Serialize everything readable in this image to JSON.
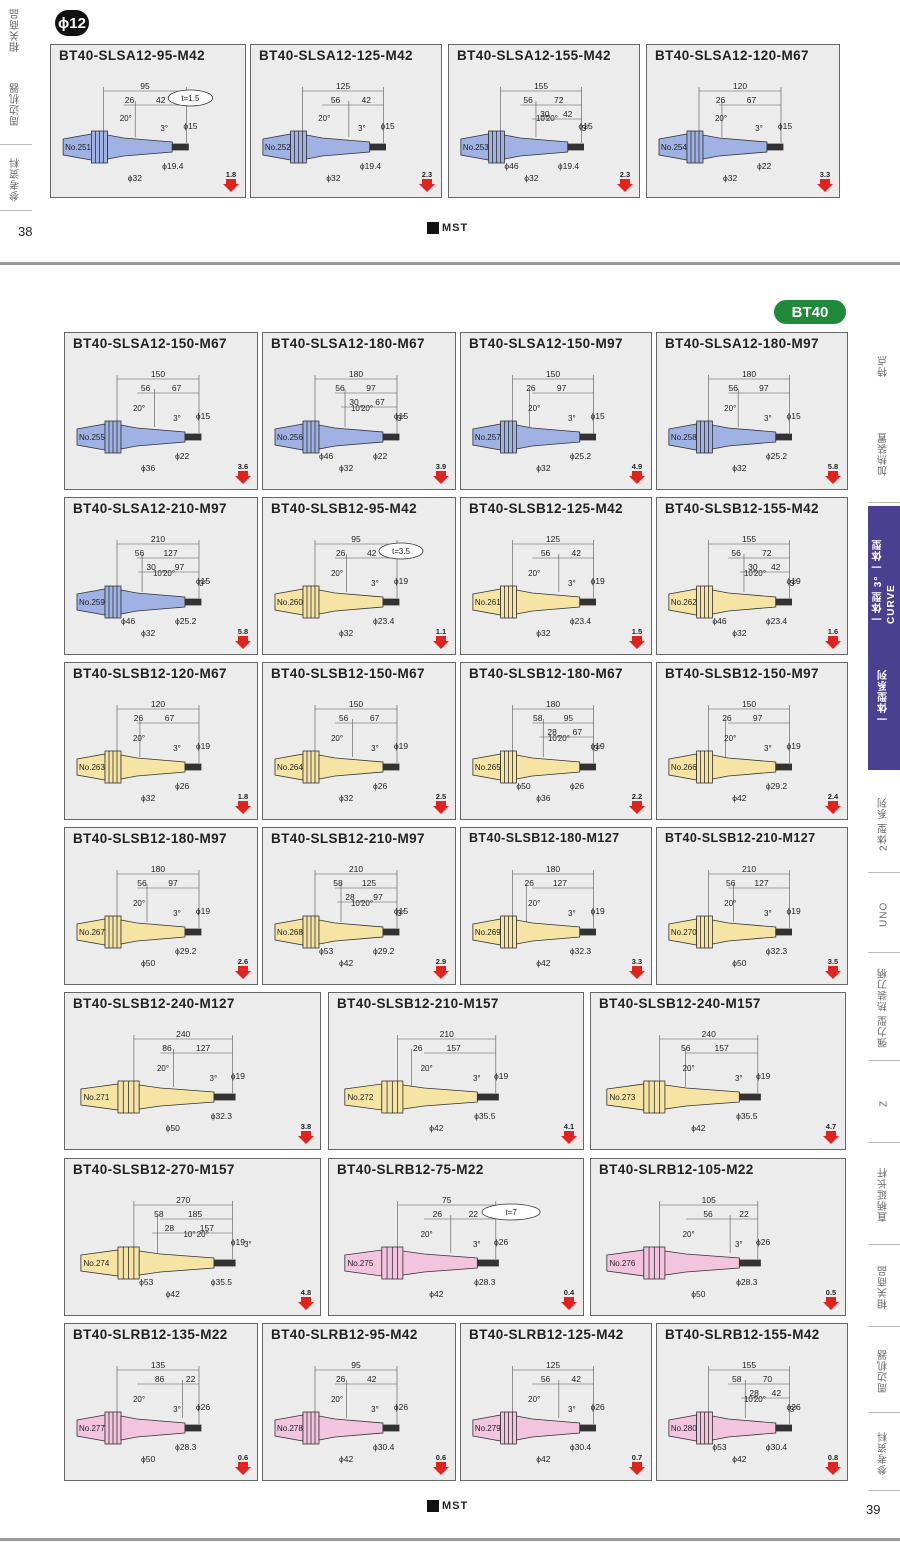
{
  "top_page": {
    "page_number": "38",
    "diameter_badge": "ϕ12",
    "logo": "MST",
    "side_tabs": [
      "相关商品",
      "周边机器",
      "参考资料"
    ]
  },
  "bottom_page": {
    "page_number": "39",
    "series_badge": "BT40",
    "logo": "MST",
    "side_tabs": [
      "特点",
      "加热装置",
      "一体型 3° 一体型 CURVE",
      "一体型系列",
      "2体型 系列",
      "UNO",
      "强力型 热装刀柄",
      "Z",
      "直柄延长杆",
      "相关商品",
      "周边机器",
      "参考资料"
    ]
  },
  "colors": {
    "blue": "#9fb2e3",
    "yellow": "#f6e4a4",
    "pink": "#f2c4dd",
    "arrow": "#e0231c",
    "tab_active": "#4b3f8f"
  },
  "cards": [
    {
      "title": "BT40-SLSA12-95-M42",
      "no": "No.251",
      "color": "blue",
      "total": "95",
      "dims": [
        "26",
        "42"
      ],
      "ang": [
        "20°",
        "3°"
      ],
      "tip": "ϕ15",
      "bot": [
        "ϕ19.4",
        "ϕ32"
      ],
      "wt": "1.8",
      "t": "t=1.5"
    },
    {
      "title": "BT40-SLSA12-125-M42",
      "no": "No.252",
      "color": "blue",
      "total": "125",
      "dims": [
        "56",
        "42"
      ],
      "ang": [
        "20°",
        "3°"
      ],
      "tip": "ϕ15",
      "bot": [
        "ϕ19.4",
        "ϕ32"
      ],
      "wt": "2.3"
    },
    {
      "title": "BT40-SLSA12-155-M42",
      "no": "No.253",
      "color": "blue",
      "total": "155",
      "dims": [
        "56",
        "72",
        "30",
        "42"
      ],
      "ang": [
        "10°",
        "20°",
        "3°"
      ],
      "tip": "ϕ15",
      "bot": [
        "ϕ19.4",
        "ϕ32",
        "ϕ46"
      ],
      "wt": "2.3"
    },
    {
      "title": "BT40-SLSA12-120-M67",
      "no": "No.254",
      "color": "blue",
      "total": "120",
      "dims": [
        "26",
        "67"
      ],
      "ang": [
        "20°",
        "3°"
      ],
      "tip": "ϕ15",
      "bot": [
        "ϕ22",
        "ϕ32"
      ],
      "wt": "3.3"
    },
    {
      "title": "BT40-SLSA12-150-M67",
      "no": "No.255",
      "color": "blue",
      "total": "150",
      "dims": [
        "56",
        "67"
      ],
      "ang": [
        "20°",
        "3°"
      ],
      "tip": "ϕ15",
      "bot": [
        "ϕ22",
        "ϕ36"
      ],
      "wt": "3.6"
    },
    {
      "title": "BT40-SLSA12-180-M67",
      "no": "No.256",
      "color": "blue",
      "total": "180",
      "dims": [
        "56",
        "97",
        "30",
        "67"
      ],
      "ang": [
        "10°",
        "20°",
        "3°"
      ],
      "tip": "ϕ15",
      "bot": [
        "ϕ22",
        "ϕ32",
        "ϕ46"
      ],
      "wt": "3.9"
    },
    {
      "title": "BT40-SLSA12-150-M97",
      "no": "No.257",
      "color": "blue",
      "total": "150",
      "dims": [
        "26",
        "97"
      ],
      "ang": [
        "20°",
        "3°"
      ],
      "tip": "ϕ15",
      "bot": [
        "ϕ25.2",
        "ϕ32"
      ],
      "wt": "4.9"
    },
    {
      "title": "BT40-SLSA12-180-M97",
      "no": "No.258",
      "color": "blue",
      "total": "180",
      "dims": [
        "56",
        "97"
      ],
      "ang": [
        "20°",
        "3°"
      ],
      "tip": "ϕ15",
      "bot": [
        "ϕ25.2",
        "ϕ32"
      ],
      "wt": "5.8"
    },
    {
      "title": "BT40-SLSA12-210-M97",
      "no": "No.259",
      "color": "blue",
      "total": "210",
      "dims": [
        "56",
        "127",
        "30",
        "97"
      ],
      "ang": [
        "10°",
        "20°",
        "3°"
      ],
      "tip": "ϕ15",
      "bot": [
        "ϕ25.2",
        "ϕ32",
        "ϕ46"
      ],
      "wt": "5.8"
    },
    {
      "title": "BT40-SLSB12-95-M42",
      "no": "No.260",
      "color": "yellow",
      "total": "95",
      "dims": [
        "26",
        "42"
      ],
      "ang": [
        "20°",
        "3°"
      ],
      "tip": "ϕ19",
      "bot": [
        "ϕ23.4",
        "ϕ32"
      ],
      "wt": "1.1",
      "t": "t=3.5"
    },
    {
      "title": "BT40-SLSB12-125-M42",
      "no": "No.261",
      "color": "yellow",
      "total": "125",
      "dims": [
        "56",
        "42"
      ],
      "ang": [
        "20°",
        "3°"
      ],
      "tip": "ϕ19",
      "bot": [
        "ϕ23.4",
        "ϕ32"
      ],
      "wt": "1.5"
    },
    {
      "title": "BT40-SLSB12-155-M42",
      "no": "No.262",
      "color": "yellow",
      "total": "155",
      "dims": [
        "56",
        "72",
        "30",
        "42"
      ],
      "ang": [
        "10°",
        "20°",
        "3°"
      ],
      "tip": "ϕ19",
      "bot": [
        "ϕ23.4",
        "ϕ32",
        "ϕ46"
      ],
      "wt": "1.6"
    },
    {
      "title": "BT40-SLSB12-120-M67",
      "no": "No.263",
      "color": "yellow",
      "total": "120",
      "dims": [
        "26",
        "67"
      ],
      "ang": [
        "20°",
        "3°"
      ],
      "tip": "ϕ19",
      "bot": [
        "ϕ26",
        "ϕ32"
      ],
      "wt": "1.8"
    },
    {
      "title": "BT40-SLSB12-150-M67",
      "no": "No.264",
      "color": "yellow",
      "total": "150",
      "dims": [
        "56",
        "67"
      ],
      "ang": [
        "20°",
        "3°"
      ],
      "tip": "ϕ19",
      "bot": [
        "ϕ26",
        "ϕ32"
      ],
      "wt": "2.5"
    },
    {
      "title": "BT40-SLSB12-180-M67",
      "no": "No.265",
      "color": "yellow",
      "total": "180",
      "dims": [
        "58",
        "95",
        "28",
        "67"
      ],
      "ang": [
        "10°",
        "20°",
        "3°"
      ],
      "tip": "ϕ19",
      "bot": [
        "ϕ26",
        "ϕ36",
        "ϕ50"
      ],
      "wt": "2.2"
    },
    {
      "title": "BT40-SLSB12-150-M97",
      "no": "No.266",
      "color": "yellow",
      "total": "150",
      "dims": [
        "26",
        "97"
      ],
      "ang": [
        "20°",
        "3°"
      ],
      "tip": "ϕ19",
      "bot": [
        "ϕ29.2",
        "ϕ42"
      ],
      "wt": "2.4"
    },
    {
      "title": "BT40-SLSB12-180-M97",
      "no": "No.267",
      "color": "yellow",
      "total": "180",
      "dims": [
        "56",
        "97"
      ],
      "ang": [
        "20°",
        "3°"
      ],
      "tip": "ϕ19",
      "bot": [
        "ϕ29.2",
        "ϕ50"
      ],
      "wt": "2.6"
    },
    {
      "title": "BT40-SLSB12-210-M97",
      "no": "No.268",
      "color": "yellow",
      "total": "210",
      "dims": [
        "58",
        "125",
        "28",
        "97"
      ],
      "ang": [
        "10°",
        "20°",
        "3°"
      ],
      "tip": "ϕ15",
      "bot": [
        "ϕ29.2",
        "ϕ42",
        "ϕ53"
      ],
      "wt": "2.9"
    },
    {
      "title": "BT40-SLSB12-180-M127",
      "no": "No.269",
      "color": "yellow",
      "total": "180",
      "dims": [
        "26",
        "127"
      ],
      "ang": [
        "20°",
        "3°"
      ],
      "tip": "ϕ19",
      "bot": [
        "ϕ32.3",
        "ϕ42"
      ],
      "wt": "3.3"
    },
    {
      "title": "BT40-SLSB12-210-M127",
      "no": "No.270",
      "color": "yellow",
      "total": "210",
      "dims": [
        "56",
        "127"
      ],
      "ang": [
        "20°",
        "3°"
      ],
      "tip": "ϕ19",
      "bot": [
        "ϕ32.3",
        "ϕ50"
      ],
      "wt": "3.5"
    },
    {
      "title": "BT40-SLSB12-240-M127",
      "no": "No.271",
      "color": "yellow",
      "total": "240",
      "dims": [
        "86",
        "127"
      ],
      "ang": [
        "20°",
        "3°"
      ],
      "tip": "ϕ19",
      "bot": [
        "ϕ32.3",
        "ϕ50"
      ],
      "wt": "3.8"
    },
    {
      "title": "BT40-SLSB12-210-M157",
      "no": "No.272",
      "color": "yellow",
      "total": "210",
      "dims": [
        "26",
        "157"
      ],
      "ang": [
        "20°",
        "3°"
      ],
      "tip": "ϕ19",
      "bot": [
        "ϕ35.5",
        "ϕ42"
      ],
      "wt": "4.1"
    },
    {
      "title": "BT40-SLSB12-240-M157",
      "no": "No.273",
      "color": "yellow",
      "total": "240",
      "dims": [
        "56",
        "157"
      ],
      "ang": [
        "20°",
        "3°"
      ],
      "tip": "ϕ19",
      "bot": [
        "ϕ35.5",
        "ϕ42"
      ],
      "wt": "4.7"
    },
    {
      "title": "BT40-SLSB12-270-M157",
      "no": "No.274",
      "color": "yellow",
      "total": "270",
      "dims": [
        "58",
        "185",
        "28",
        "157"
      ],
      "ang": [
        "10°",
        "20°",
        "3°"
      ],
      "tip": "ϕ19",
      "bot": [
        "ϕ35.5",
        "ϕ42",
        "ϕ53"
      ],
      "wt": "4.8"
    },
    {
      "title": "BT40-SLRB12-75-M22",
      "no": "No.275",
      "color": "pink",
      "total": "75",
      "dims": [
        "26",
        "22"
      ],
      "ang": [
        "20°",
        "3°"
      ],
      "tip": "ϕ26",
      "bot": [
        "ϕ28.3",
        "ϕ42"
      ],
      "wt": "0.4",
      "t": "t=7"
    },
    {
      "title": "BT40-SLRB12-105-M22",
      "no": "No.276",
      "color": "pink",
      "total": "105",
      "dims": [
        "56",
        "22"
      ],
      "ang": [
        "20°",
        "3°"
      ],
      "tip": "ϕ26",
      "bot": [
        "ϕ28.3",
        "ϕ50"
      ],
      "wt": "0.5"
    },
    {
      "title": "BT40-SLRB12-135-M22",
      "no": "No.277",
      "color": "pink",
      "total": "135",
      "dims": [
        "86",
        "22"
      ],
      "ang": [
        "20°",
        "3°"
      ],
      "tip": "ϕ26",
      "bot": [
        "ϕ28.3",
        "ϕ50"
      ],
      "wt": "0.6"
    },
    {
      "title": "BT40-SLRB12-95-M42",
      "no": "No.278",
      "color": "pink",
      "total": "95",
      "dims": [
        "26",
        "42"
      ],
      "ang": [
        "20°",
        "3°"
      ],
      "tip": "ϕ26",
      "bot": [
        "ϕ30.4",
        "ϕ42"
      ],
      "wt": "0.6"
    },
    {
      "title": "BT40-SLRB12-125-M42",
      "no": "No.279",
      "color": "pink",
      "total": "125",
      "dims": [
        "56",
        "42"
      ],
      "ang": [
        "20°",
        "3°"
      ],
      "tip": "ϕ26",
      "bot": [
        "ϕ30.4",
        "ϕ42"
      ],
      "wt": "0.7"
    },
    {
      "title": "BT40-SLRB12-155-M42",
      "no": "No.280",
      "color": "pink",
      "total": "155",
      "dims": [
        "58",
        "70",
        "28",
        "42"
      ],
      "ang": [
        "10°",
        "20°",
        "3°"
      ],
      "tip": "ϕ26",
      "bot": [
        "ϕ30.4",
        "ϕ42",
        "ϕ53"
      ],
      "wt": "0.8"
    }
  ]
}
